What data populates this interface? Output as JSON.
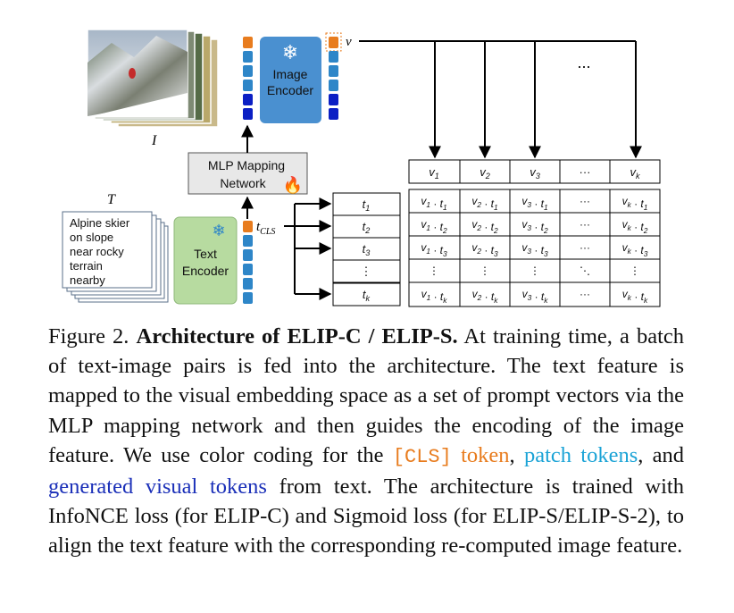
{
  "figure": {
    "image_label": "I",
    "text_label": "T",
    "v_label": "v",
    "tcls_label": "t",
    "tcls_sub": "CLS",
    "image_encoder": [
      "Image",
      "Encoder"
    ],
    "text_encoder": [
      "Text",
      "Encoder"
    ],
    "mlp": [
      "MLP Mapping",
      "Network"
    ],
    "text_lines": [
      "Alpine skier",
      "on slope",
      "near rocky",
      "terrain",
      "nearby"
    ],
    "dots_top": "...",
    "v_headers": [
      "v1",
      "v2",
      "v3",
      "···",
      "vk"
    ],
    "t_rows": [
      "t1",
      "t2",
      "t3",
      "⋮",
      "tk"
    ],
    "matrix": [
      [
        "v1 · t1",
        "v2 · t1",
        "v3 · t1",
        "···",
        "vk · t1"
      ],
      [
        "v1 · t2",
        "v2 · t2",
        "v3 · t2",
        "···",
        "vk · t2"
      ],
      [
        "v1 · t3",
        "v2 · t3",
        "v3 · t3",
        "···",
        "vk · t3"
      ],
      [
        "⋮",
        "⋮",
        "⋮",
        "⋱",
        "⋮"
      ],
      [
        "v1 · tk",
        "v2 · tk",
        "v3 · tk",
        "···",
        "vk · tk"
      ]
    ],
    "colors": {
      "cls": "#e87c1e",
      "patch": "#2e86c8",
      "generated": "#0b1fc4",
      "image_encoder": "#4a90d0",
      "text_encoder": "#b7dba0",
      "mlp": "#e8e8e8"
    }
  },
  "caption": {
    "fig": "Figure 2.",
    "title": "Architecture of ELIP-C / ELIP-S.",
    "p1": "At training time, a batch of text-image pairs is fed into the architecture. The text feature is mapped to the visual embedding space as a set of prompt vectors via the MLP mapping network and then guides the encoding of the image feature. We use color coding for the",
    "cls_code": "[CLS]",
    "cls_word": "token",
    "comma1": ",",
    "patch": "patch tokens",
    "and": ", and",
    "generated": "generated visual tokens",
    "p2": "from text. The architecture is trained with InfoNCE loss (for ELIP-C) and Sigmoid loss (for ELIP-S/ELIP-S-2), to align the text feature with the corresponding re-computed image feature."
  }
}
